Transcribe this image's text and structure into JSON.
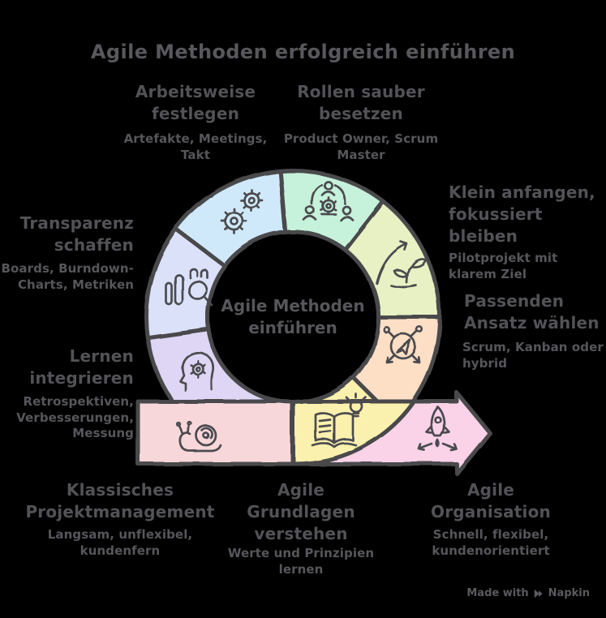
{
  "title": "Agile Methoden erfolgreich einführen",
  "ring": {
    "center_label": [
      "Agile Methoden",
      "einführen"
    ],
    "segments": [
      {
        "id": "arbeitsweise",
        "icon": "gears-icon",
        "color_key": "blue"
      },
      {
        "id": "rollen",
        "icon": "team-icon",
        "color_key": "mint"
      },
      {
        "id": "klein-anfangen",
        "icon": "growth-icon",
        "color_key": "lime"
      },
      {
        "id": "ansatz",
        "icon": "navigation-icon",
        "color_key": "peach"
      },
      {
        "id": "grundlagen",
        "icon": "book-lightbulb-icon",
        "color_key": "yellow"
      },
      {
        "id": "organisation",
        "icon": "rocket-icon",
        "color_key": "magenta"
      },
      {
        "id": "klassisch",
        "icon": "snail-icon",
        "color_key": "pink"
      },
      {
        "id": "lernen",
        "icon": "head-gear-icon",
        "color_key": "purple"
      },
      {
        "id": "transparenz",
        "icon": "hand-magnifier-icon",
        "color_key": "lavender"
      }
    ]
  },
  "steps": [
    {
      "heading": [
        "Arbeitsweise",
        "festlegen"
      ],
      "sub": [
        "Artefakte, Meetings,",
        "Takt"
      ]
    },
    {
      "heading": [
        "Rollen sauber",
        "besetzen"
      ],
      "sub": [
        "Product Owner, Scrum",
        "Master"
      ]
    },
    {
      "heading": [
        "Klein anfangen,",
        "fokussiert",
        "bleiben"
      ],
      "sub": [
        "Pilotprojekt mit",
        "klarem Ziel"
      ]
    },
    {
      "heading": [
        "Passenden",
        "Ansatz wählen"
      ],
      "sub": [
        "Scrum, Kanban oder",
        "hybrid"
      ]
    },
    {
      "heading": [
        "Transparenz",
        "schaffen"
      ],
      "sub": [
        "Boards, Burndown-",
        "Charts, Metriken"
      ]
    },
    {
      "heading": [
        "Lernen",
        "integrieren"
      ],
      "sub": [
        "Retrospektiven,",
        "Verbesserungen,",
        "Messung"
      ]
    },
    {
      "heading": [
        "Klassisches",
        "Projektmanagement"
      ],
      "sub": [
        "Langsam, unflexibel,",
        "kundenfern"
      ]
    },
    {
      "heading": [
        "Agile",
        "Grundlagen",
        "verstehen"
      ],
      "sub": [
        "Werte und Prinzipien",
        "lernen"
      ]
    },
    {
      "heading": [
        "Agile",
        "Organisation"
      ],
      "sub": [
        "Schnell, flexibel,",
        "kundenorientiert"
      ]
    }
  ],
  "badge": {
    "made_with": "Made with",
    "brand": "Napkin"
  },
  "colors": {
    "bg": "#000000",
    "outline": "#48484c",
    "icon": "#4b4b4f",
    "text": "#525257",
    "subtext": "#56565b",
    "title": "#57575c",
    "blue": "#d0e9fa",
    "mint": "#c6f1da",
    "lime": "#e7f1c3",
    "peach": "#fcdfc5",
    "yellow": "#fbf1ae",
    "pink": "#f8d7da",
    "magenta": "#fad3e8",
    "lavender": "#dae1f8",
    "purple": "#ded6f4"
  }
}
